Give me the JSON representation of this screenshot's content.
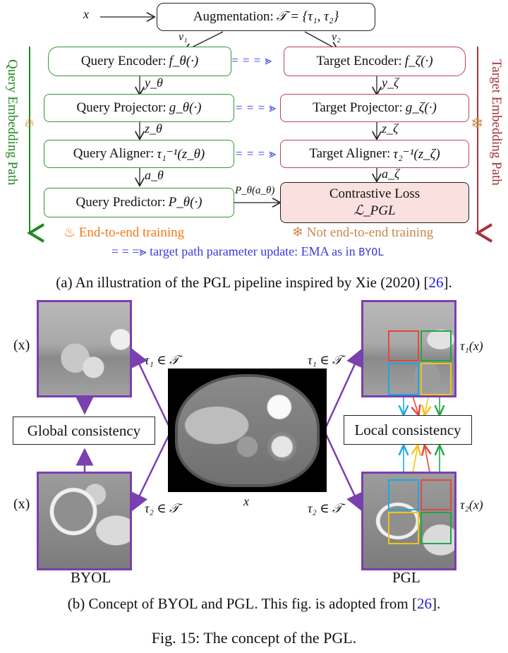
{
  "diagram_a": {
    "input_label": "x",
    "augmentation": {
      "text": "Augmentation: ",
      "math": "𝒯 = {τ₁, τ₂}"
    },
    "view_labels": [
      "v₁",
      "v₂"
    ],
    "query_path": {
      "side_label": "Query Embedding Path",
      "color": "#2e9a2e",
      "boxes": [
        {
          "text": "Query Encoder: ",
          "math": "f_θ(·)"
        },
        {
          "text": "Query Projector: ",
          "math": "g_θ(·)"
        },
        {
          "text": "Query Aligner: ",
          "math": "τ₁⁻¹(z_θ)"
        },
        {
          "text": "Query Predictor: ",
          "math": "P_θ(·)"
        }
      ],
      "edge_labels": [
        "y_θ",
        "z_θ",
        "a_θ"
      ],
      "output_label": "P_θ(a_θ)"
    },
    "target_path": {
      "side_label": "Target Embedding Path",
      "color": "#b8454f",
      "boxes": [
        {
          "text": "Target Encoder: ",
          "math": "f_ζ(·)"
        },
        {
          "text": "Target Projector: ",
          "math": "g_ζ(·)"
        },
        {
          "text": "Target Aligner: ",
          "math": "τ₂⁻¹(z_ζ)"
        }
      ],
      "edge_labels": [
        "y_ζ",
        "z_ζ",
        "a_ζ"
      ]
    },
    "loss": {
      "title": "Contrastive Loss",
      "symbol": "ℒ_PGL"
    },
    "ema_arrow": "= = = ⪢",
    "legend": {
      "end_to_end": "End-to-end training",
      "not_end_to_end": "Not end-to-end training",
      "ema_arrow": "= = =⪢",
      "ema_text": "target path parameter update: EMA as in ",
      "ema_method": "BYOL",
      "end_to_end_color": "#f07a1a",
      "not_end_to_end_color": "#c8874a",
      "ema_color": "#3a3ae0"
    },
    "caption": {
      "text": "(a) An illustration of the PGL pipeline inspired by Xie (2020) [",
      "cite": "26",
      "end": "]."
    }
  },
  "diagram_b": {
    "center_label": "x",
    "left": {
      "top_label": "(x)",
      "bottom_label": "(x)",
      "arrow_top": "τ₁ ∈ 𝒯",
      "arrow_bottom": "τ₂ ∈ 𝒯",
      "consistency": "Global consistency",
      "method": "BYOL"
    },
    "right": {
      "top_label": "τ₁(x)",
      "bottom_label": "τ₂(x)",
      "arrow_top": "τ₁ ∈ 𝒯",
      "arrow_bottom": "τ₂ ∈ 𝒯",
      "consistency": "Local consistency",
      "method": "PGL"
    },
    "patch_colors": {
      "red": "#e8453c",
      "green": "#1fa64a",
      "blue": "#1aa7e6",
      "yellow": "#f2c418"
    },
    "frame_color": "#7a3fb0",
    "caption": {
      "text": "(b) Concept of BYOL and PGL. This fig. is adopted from [",
      "cite": "26",
      "end": "]."
    }
  },
  "figure_caption": "Fig. 15: The concept of the PGL."
}
